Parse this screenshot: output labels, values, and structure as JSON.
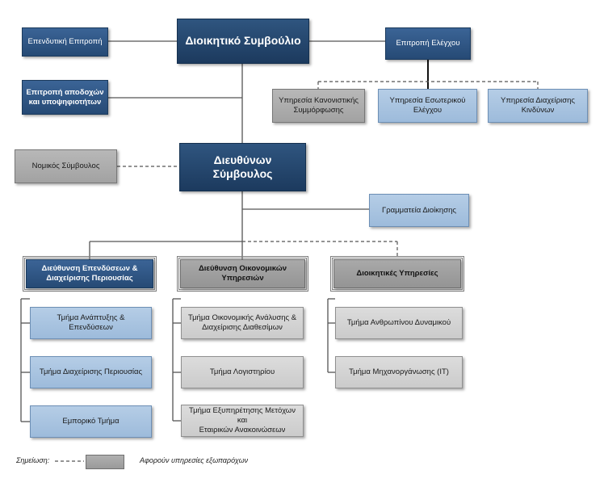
{
  "board": {
    "label": "Διοικητικό Συμβούλιο"
  },
  "investment_committee": {
    "label": "Επενδυτική Επιτροπή"
  },
  "audit_committee": {
    "label": "Επιτροπή Ελέγχου"
  },
  "remuneration_committee": {
    "line1": "Επιτροπή αποδοχών",
    "line2": "και υποψηφιοτήτων"
  },
  "compliance": {
    "line1": "Υπηρεσία Κανονιστικής",
    "line2": "Συμμόρφωσης"
  },
  "internal_audit": {
    "line1": "Υπηρεσία Εσωτερικού",
    "line2": "Ελέγχου"
  },
  "risk_management": {
    "line1": "Υπηρεσία Διαχείρισης",
    "line2": "Κινδύνων"
  },
  "legal_advisor": {
    "label": "Νομικός Σύμβουλος"
  },
  "ceo": {
    "label": "Διευθύνων Σύμβουλος"
  },
  "secretariat": {
    "label": "Γραμματεία Διοίκησης"
  },
  "dept_investments": {
    "line1": "Διεύθυνση Επενδύσεων &",
    "line2": "Διαχείρισης Περιουσίας"
  },
  "dept_finance": {
    "line1": "Διεύθυνση Οικονομικών",
    "line2": "Υπηρεσιών"
  },
  "dept_admin": {
    "label": "Διοικητικές Υπηρεσίες"
  },
  "unit_development": {
    "label": "Τμήμα Ανάπτυξης & Επενδύσεων"
  },
  "unit_property": {
    "label": "Τμήμα Διαχείρισης Περιουσίας"
  },
  "unit_commercial": {
    "label": "Εμπορικό Τμήμα"
  },
  "unit_financial_analysis": {
    "line1": "Τμήμα Οικονομικής Ανάλυσης &",
    "line2": "Διαχείρισης Διαθεσίμων"
  },
  "unit_accounting": {
    "label": "Τμήμα Λογιστηρίου"
  },
  "unit_shareholders": {
    "line1": "Τμήμα Εξυπηρέτησης Μετόχων και",
    "line2": "Εταιρικών Ανακοινώσεων"
  },
  "unit_hr": {
    "label": "Τμήμα Ανθρωπίνου Δυναμικού"
  },
  "unit_it": {
    "label": "Τμήμα Μηχανοργάνωσης (IT)"
  },
  "legend": {
    "note_label": "Σημείωση:",
    "description": "Αφορούν υπηρεσίες εξωπαρόχων"
  },
  "colors": {
    "dark_blue": "#1c3a5e",
    "mid_blue": "#264a75",
    "light_blue": "#a7c3e1",
    "gray": "#a9a9a9",
    "light_gray": "#d3d3d3"
  }
}
